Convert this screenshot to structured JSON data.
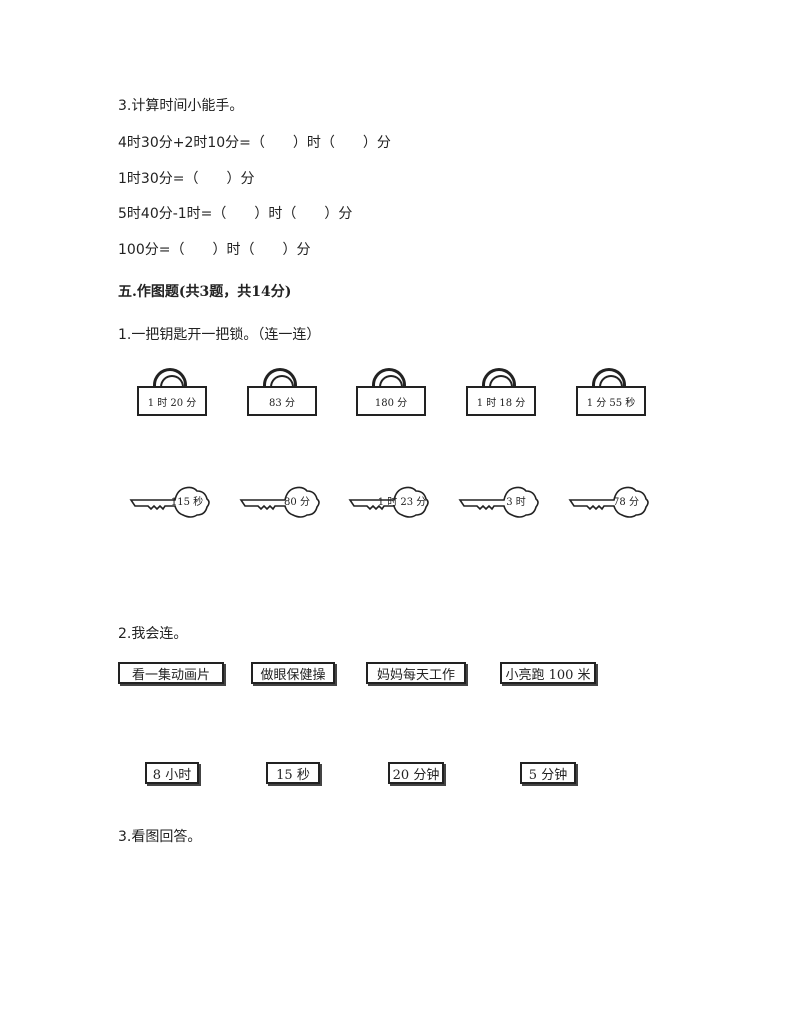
{
  "section_q3": {
    "title": "3.计算时间小能手。",
    "lines": [
      "4时30分+2时10分=（　　）时（　　）分",
      "1时30分=（　　）分",
      "5时40分-1时=（　　）时（　　）分",
      "100分=（　　）时（　　）分"
    ]
  },
  "section5": {
    "heading": "五.作图题(共3题，共14分)",
    "q1": {
      "title": "1.一把钥匙开一把锁。（连一连）",
      "locks": [
        "1 时 20 分",
        "83 分",
        "180 分",
        "1 时 18 分",
        "1 分 55 秒"
      ],
      "keys": [
        "115 秒",
        "80 分",
        "1 时 23 分",
        "3 时",
        "78 分"
      ]
    },
    "q2": {
      "title": "2.我会连。",
      "activities": [
        "看一集动画片",
        "做眼保健操",
        "妈妈每天工作",
        "小亮跑 100 米"
      ],
      "durations": [
        "8 小时",
        "15 秒",
        "20 分钟",
        "5 分钟"
      ]
    },
    "q3": {
      "title": "3.看图回答。"
    }
  }
}
